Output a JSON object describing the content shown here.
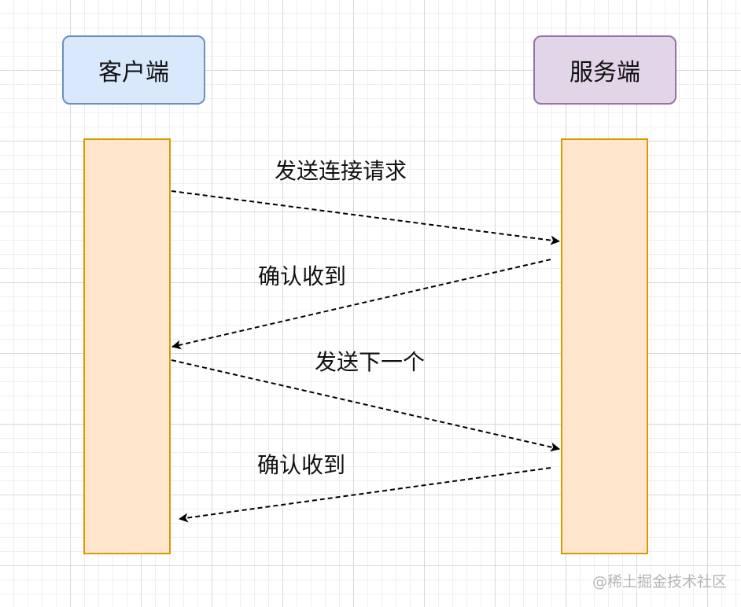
{
  "participants": {
    "client": {
      "label": "客户端",
      "fill": "#dae8fc",
      "stroke": "#6c8ebf"
    },
    "server": {
      "label": "服务端",
      "fill": "#e1d5e7",
      "stroke": "#9673a6"
    }
  },
  "lifeline_colors": {
    "fill": "#ffe6cc",
    "stroke": "#d79b00"
  },
  "messages": [
    {
      "label": "发送连接请求",
      "from": "client",
      "to": "server",
      "style": "dashed"
    },
    {
      "label": "确认收到",
      "from": "server",
      "to": "client",
      "style": "dashed"
    },
    {
      "label": "发送下一个",
      "from": "client",
      "to": "server",
      "style": "dashed"
    },
    {
      "label": "确认收到",
      "from": "server",
      "to": "client",
      "style": "dashed"
    }
  ],
  "watermark": "@稀土掘金技术社区"
}
